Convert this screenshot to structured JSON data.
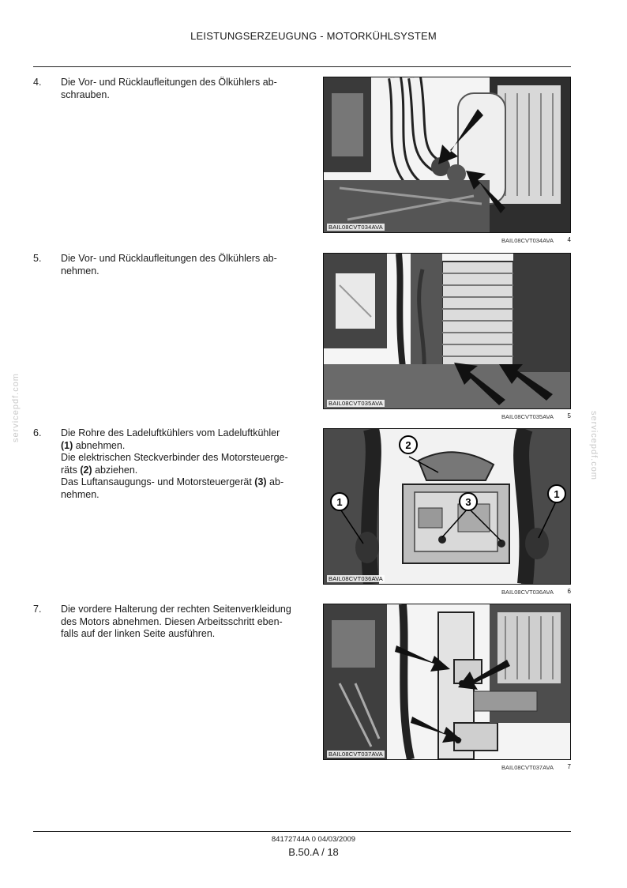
{
  "header": {
    "title": "LEISTUNGSERZEUGUNG - MOTORKÜHLSYSTEM"
  },
  "steps": [
    {
      "number": "4.",
      "lines": [
        "Die Vor- und Rücklaufleitungen des Ölkühlers ab-",
        "schrauben."
      ],
      "figure": {
        "code": "BAIL08CVT034AVA",
        "caption": "BAIL08CVT034AVA",
        "number": "4"
      }
    },
    {
      "number": "5.",
      "lines": [
        "Die Vor- und Rücklaufleitungen des Ölkühlers ab-",
        "nehmen."
      ],
      "figure": {
        "code": "BAIL08CVT035AVA",
        "caption": "BAIL08CVT035AVA",
        "number": "5"
      }
    },
    {
      "number": "6.",
      "lines": [
        "Die Rohre des Ladeluftkühlers vom Ladeluftkühler",
        {
          "pre": "",
          "bold": "(1)",
          "post": " abnehmen."
        },
        "Die elektrischen Steckverbinder des Motorsteuerge-",
        {
          "pre": "räts ",
          "bold": "(2)",
          "post": " abziehen."
        },
        {
          "pre": "Das Luftansaugungs- und Motorsteuergerät ",
          "bold": "(3)",
          "post": " ab-"
        },
        "nehmen."
      ],
      "figure": {
        "code": "BAIL08CVT036AVA",
        "caption": "BAIL08CVT036AVA",
        "number": "6",
        "callouts": [
          "1",
          "2",
          "3",
          "1"
        ]
      }
    },
    {
      "number": "7.",
      "lines": [
        "Die vordere Halterung der rechten Seitenverkleidung",
        "des Motors abnehmen. Diesen Arbeitsschritt eben-",
        "falls auf der linken Seite ausführen."
      ],
      "figure": {
        "code": "BAIL08CVT037AVA",
        "caption": "BAIL08CVT037AVA",
        "number": "7"
      }
    }
  ],
  "watermark": {
    "left": "servicepdf.com",
    "right": "servicepdf.com"
  },
  "footer": {
    "doc_ref": "84172744A 0 04/03/2009",
    "page": "B.50.A / 18"
  }
}
